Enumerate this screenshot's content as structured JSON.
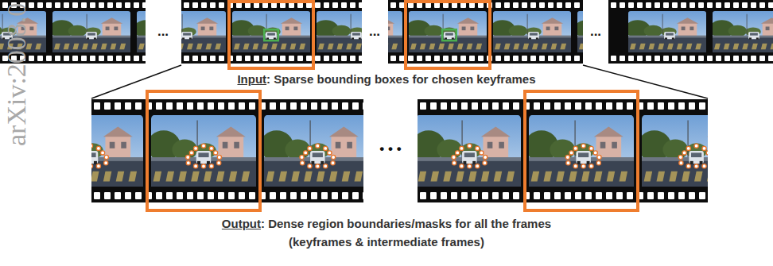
{
  "diagram": {
    "labels": [
      "arXiv:2008.0",
      "...",
      "...",
      "...",
      "Input",
      ": Sparse bounding boxes for chosen keyframes",
      "• • •",
      "Output",
      ": Dense region boundaries/masks for all the frames",
      "(keyframes & intermediate frames)"
    ]
  }
}
